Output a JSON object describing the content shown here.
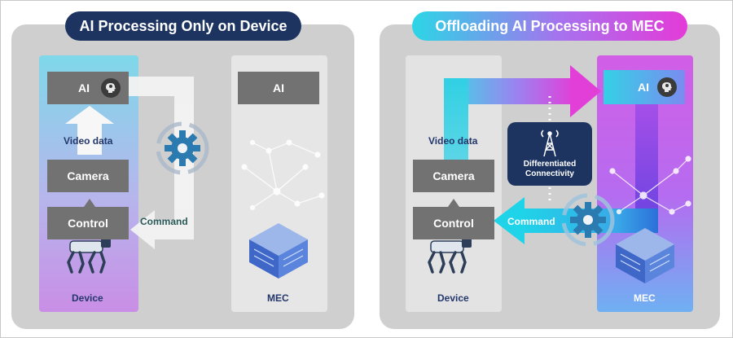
{
  "left": {
    "title": "AI Processing Only on Device",
    "device": {
      "ai": "AI",
      "video": "Video data",
      "camera": "Camera",
      "control": "Control",
      "caption": "Device"
    },
    "command": "Command",
    "mec": {
      "ai": "AI",
      "caption": "MEC"
    }
  },
  "right": {
    "title": "Offloading AI Processing to MEC",
    "device": {
      "video": "Video data",
      "camera": "Camera",
      "control": "Control",
      "caption": "Device"
    },
    "command": "Command",
    "connectivity": {
      "line1": "Differentiated",
      "line2": "Connectivity"
    },
    "mec": {
      "ai": "AI",
      "caption": "MEC"
    }
  },
  "icons": [
    "brain-head-icon",
    "gear-icon",
    "server-stack-icon",
    "network-graph-icon",
    "robot-dog-icon",
    "antenna-tower-icon"
  ],
  "colors": {
    "navy": "#1d3461",
    "panel": "#cfcfd0",
    "box": "#727272",
    "label": "#23376b",
    "cyan": "#27d3e6",
    "magenta": "#d83bd9",
    "purple": "#8a3ee6"
  }
}
